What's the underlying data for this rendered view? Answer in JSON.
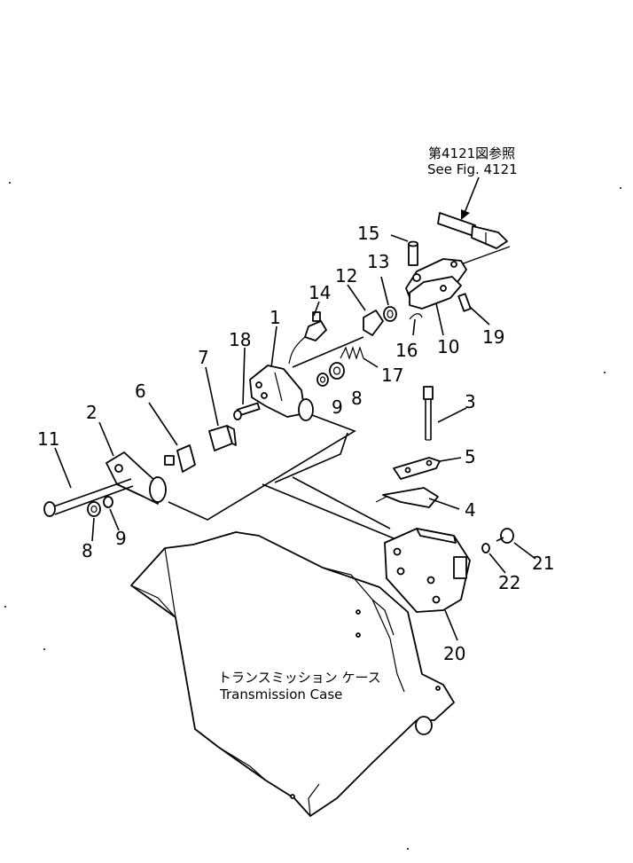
{
  "reference": {
    "jp": "第4121図参照",
    "en": "See Fig. 4121"
  },
  "case_label": {
    "jp": "トランスミッション ケース",
    "en": "Transmission Case"
  },
  "callouts": [
    "1",
    "2",
    "3",
    "4",
    "5",
    "6",
    "7",
    "8",
    "8",
    "9",
    "9",
    "10",
    "11",
    "12",
    "13",
    "14",
    "15",
    "16",
    "17",
    "18",
    "19",
    "20",
    "21",
    "22"
  ]
}
